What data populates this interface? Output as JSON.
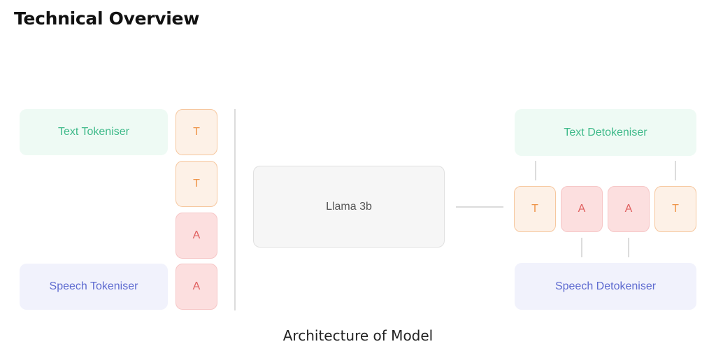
{
  "title": "Technical Overview",
  "caption": "Architecture of Model",
  "input": {
    "text_tokeniser": "Text Tokeniser",
    "speech_tokeniser": "Speech Tokeniser",
    "tokens": [
      "T",
      "T",
      "A",
      "A"
    ]
  },
  "model": {
    "label": "Llama 3b"
  },
  "output": {
    "text_detokeniser": "Text Detokeniser",
    "speech_detokeniser": "Speech Detokeniser",
    "tokens": [
      "T",
      "A",
      "A",
      "T"
    ]
  },
  "colors": {
    "text_fg": "#3fba8a",
    "text_bg": "#eefaf4",
    "speech_fg": "#5e6bd0",
    "speech_bg": "#f1f2fc",
    "token_t_fg": "#ee9448",
    "token_t_bg": "#fdf1e7",
    "token_a_fg": "#e0605f",
    "token_a_bg": "#fcdfdf"
  }
}
